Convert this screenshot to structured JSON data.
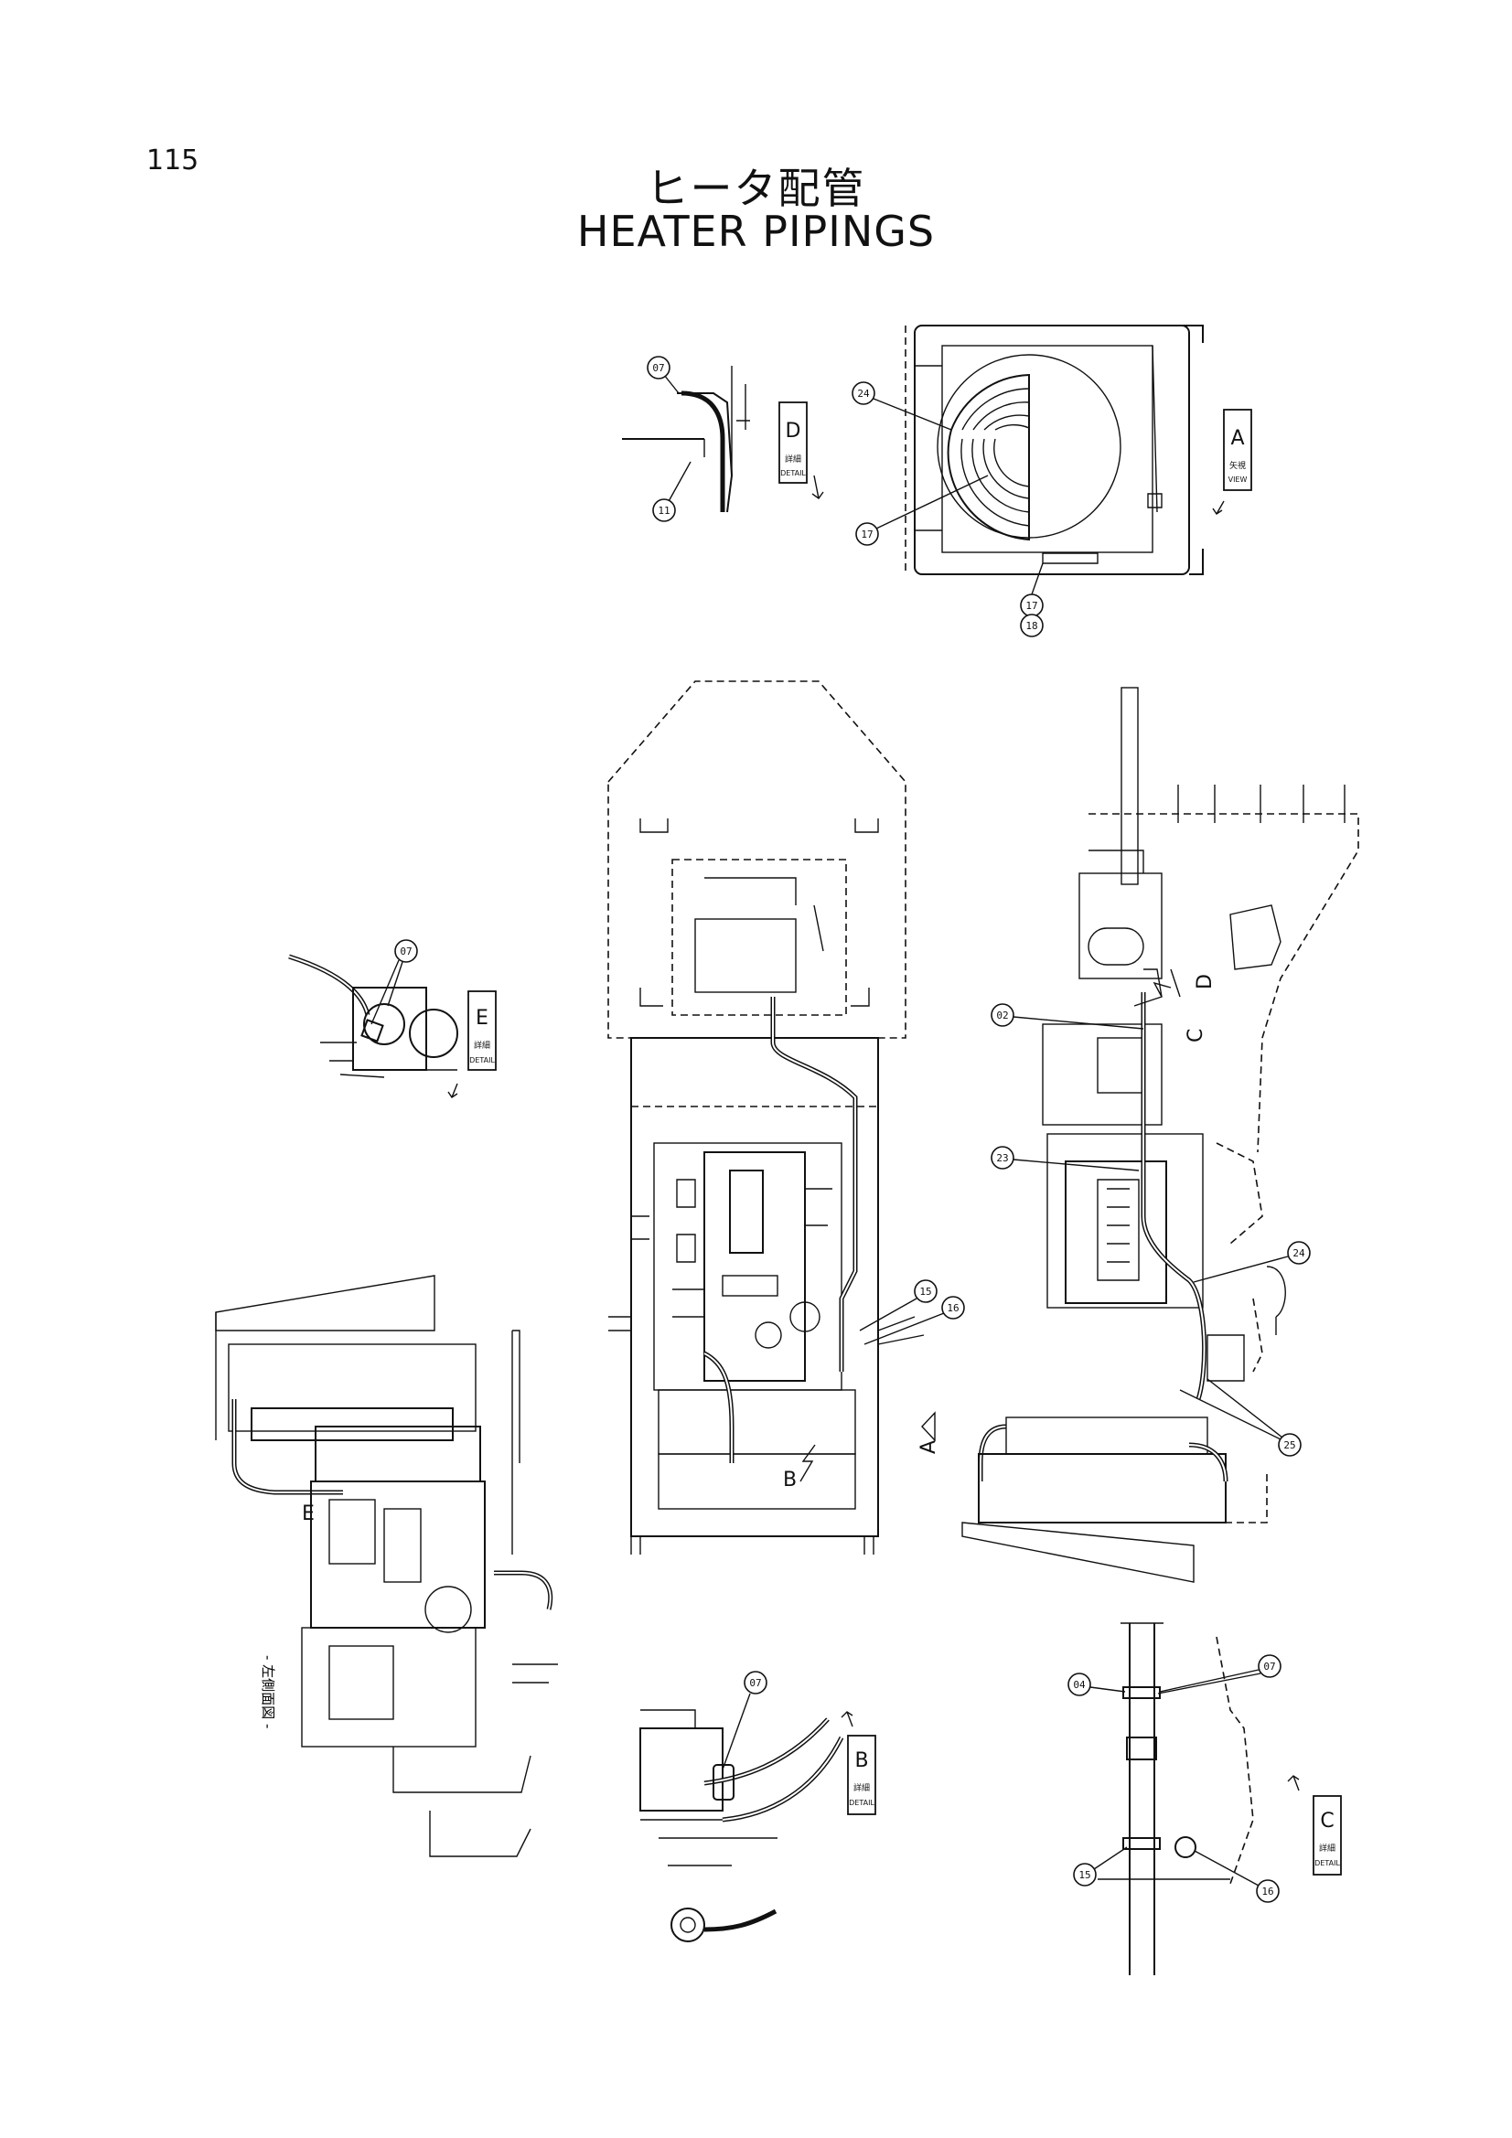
{
  "page_number": "115",
  "title_jp": "ヒータ配管",
  "title_en": "HEATER PIPINGS",
  "side_view_caption": "- 左側面図 -",
  "view_labels": {
    "a": "A",
    "b": "B",
    "c": "C",
    "d": "D",
    "e": "E"
  },
  "detail_tags": {
    "d": {
      "jp": "詳細",
      "en": "DETAIL",
      "letter": "D"
    },
    "e": {
      "jp": "詳細",
      "en": "DETAIL",
      "letter": "E"
    },
    "b": {
      "jp": "詳細",
      "en": "DETAIL",
      "letter": "B"
    },
    "c": {
      "jp": "詳細",
      "en": "DETAIL",
      "letter": "C"
    },
    "a": {
      "jp": "矢視",
      "en": "VIEW",
      "letter": "A"
    }
  },
  "balloons": {
    "d07": "07",
    "d11": "11",
    "a24": "24",
    "a17": "17",
    "a17b": "17",
    "a18": "18",
    "e07": "07",
    "m15": "15",
    "m16": "16",
    "r02": "02",
    "r23": "23",
    "r24": "24",
    "r25": "25",
    "b07": "07",
    "c04": "04",
    "c07": "07",
    "c15": "15",
    "c16": "16"
  }
}
